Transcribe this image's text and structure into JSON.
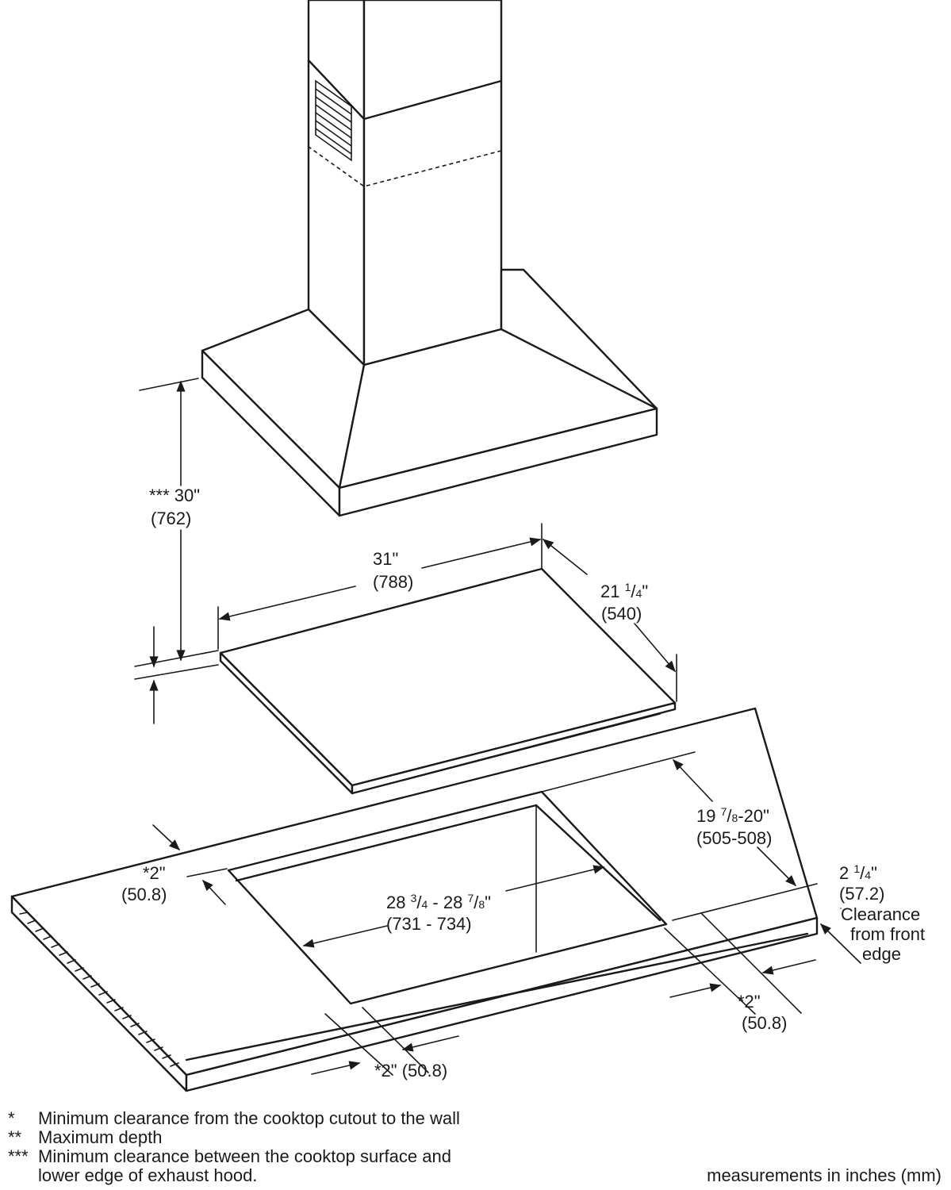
{
  "dimensions": {
    "hood_height": {
      "line1": "*** 30\"",
      "line2": "(762)"
    },
    "cooktop_width": {
      "line1": "31\"",
      "line2": "(788)"
    },
    "cooktop_depth": {
      "whole": "21 ",
      "num": "1",
      "slash": "/",
      "den": "4",
      "inch": "\"",
      "mm": "(540)"
    },
    "cutout_depth": {
      "whole": "19 ",
      "num": "7",
      "slash": "/",
      "den": "8",
      "rest": "-20\"",
      "mm": "(505-508)"
    },
    "front_clearance": {
      "whole": "2 ",
      "num": "1",
      "slash": "/",
      "den": "4",
      "inch": "\"",
      "mm": "(57.2)",
      "desc1": "Clearance",
      "desc2": "from front",
      "desc3": "edge"
    },
    "back_clearance": {
      "line1": "*2\"",
      "line2": "(50.8)"
    },
    "cutout_width": {
      "a_whole": "28 ",
      "a_num": "3",
      "a_slash": "/",
      "a_den": "4",
      "sep": " - 28 ",
      "b_num": "7",
      "b_slash": "/",
      "b_den": "8",
      "inch": "\"",
      "mm": "(731 - 734)"
    },
    "right_clearance": {
      "line1": "*2\"",
      "line2": "(50.8)"
    },
    "left_clearance": {
      "text": "*2\" (50.8)"
    }
  },
  "notes": [
    {
      "mark": "*",
      "text": "Minimum clearance from the cooktop cutout to the wall"
    },
    {
      "mark": "**",
      "text": "Maximum depth"
    },
    {
      "mark": "***",
      "text": "Minimum clearance between the cooktop surface and"
    },
    {
      "mark": "",
      "text": "lower edge of exhaust hood."
    }
  ],
  "units_note": "measurements in inches (mm)"
}
